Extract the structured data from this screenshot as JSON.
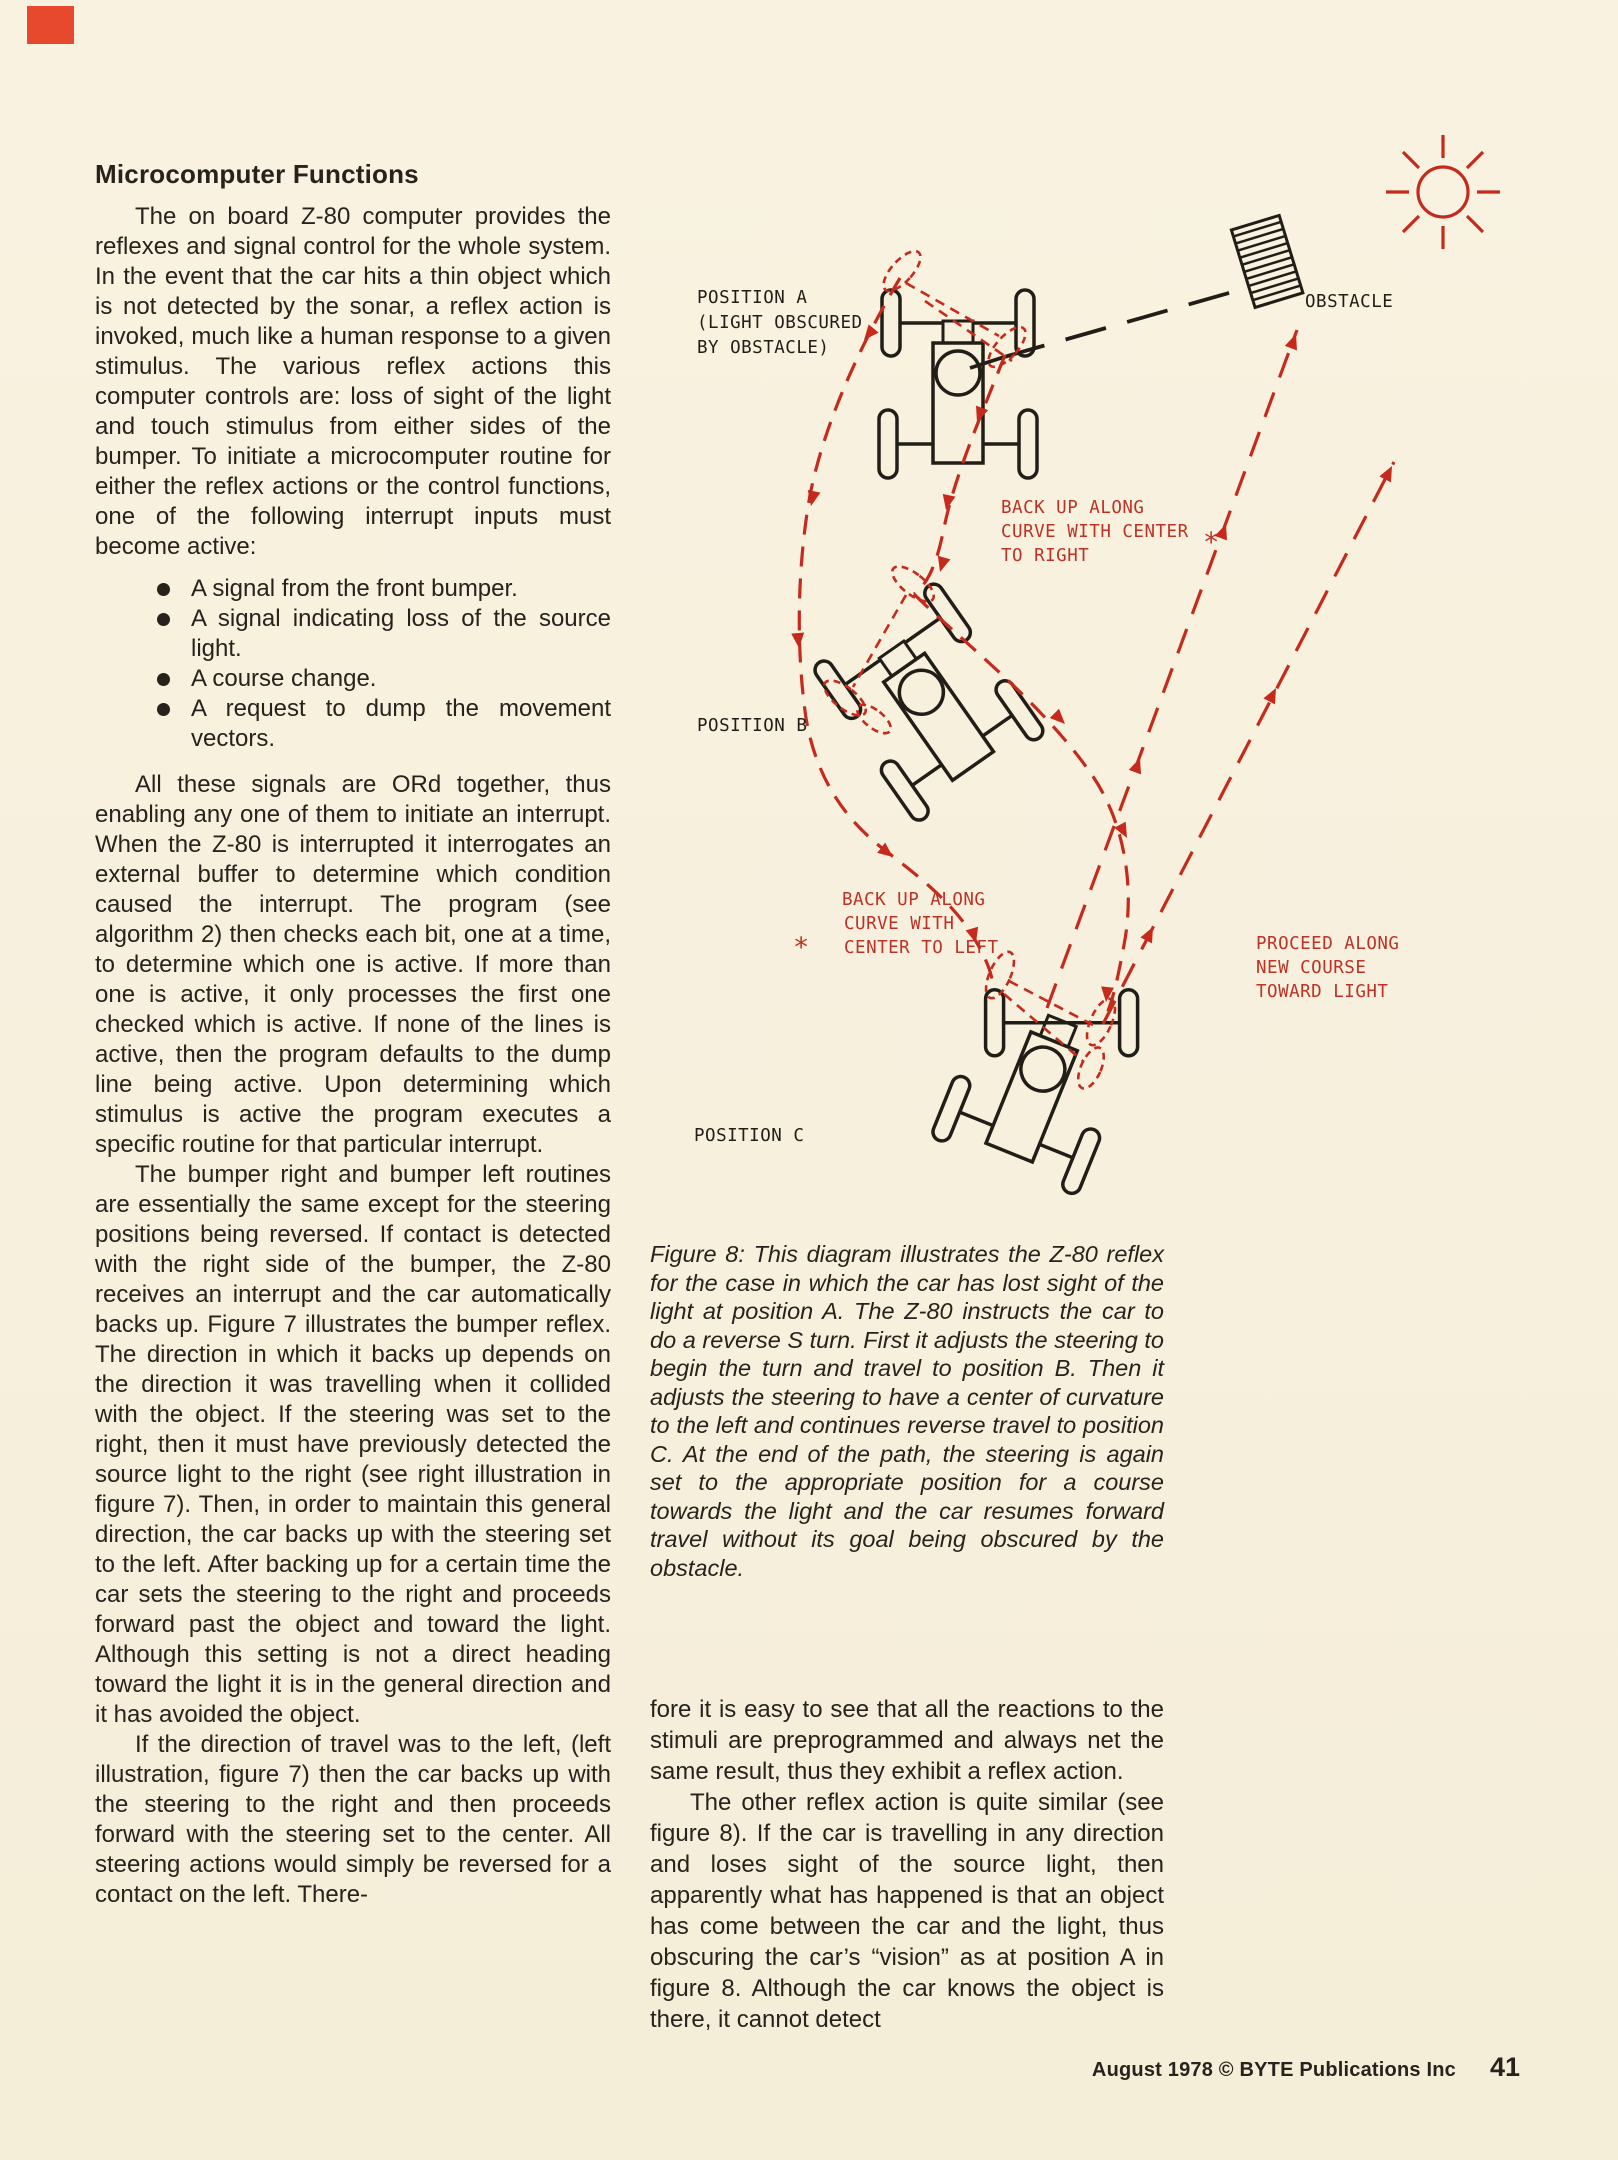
{
  "page": {
    "background": "#f7f0dd",
    "footer": {
      "credit": "August 1978 © BYTE Publications Inc",
      "page_number": "41"
    }
  },
  "article": {
    "heading": "Microcomputer Functions",
    "para1": "The on board Z-80 computer provides the reflexes and signal control for the whole system. In the event that the car hits a thin object which is not detected by the sonar, a reflex action is invoked, much like a human response to a given stimulus. The various reflex actions this computer controls are: loss of sight of the light and touch stimulus from either sides of the bumper. To initiate a microcomputer routine for either the reflex actions or the control functions, one of the following interrupt inputs must become active:",
    "bullets": [
      "A signal from the front bumper.",
      "A signal indicating loss of the source light.",
      "A course change.",
      "A request to dump the movement vectors."
    ],
    "para2": "All these signals are ORd together, thus enabling any one of them to initiate an interrupt. When the Z-80 is interrupted it interrogates an external buffer to determine which condition caused the interrupt. The program (see algorithm 2) then checks each bit, one at a time, to determine which one is active. If more than one is active, it only processes the first one checked which is active. If none of the lines is active, then the program defaults to the dump line being active. Upon determining which stimulus is active the program executes a specific routine for that particular interrupt.",
    "para3": "The bumper right and bumper left routines are essentially the same except for the steering positions being reversed. If contact is detected with the right side of the bumper, the Z-80 receives an interrupt and the car automatically backs up. Figure 7 illustrates the bumper reflex. The direction in which it backs up depends on the direction it was travelling when it collided with the object. If the steering was set to the right, then it must have previously detected the source light to the right (see right illustration in figure 7). Then, in order to maintain this general direction, the car backs up with the steering set to the left. After backing up for a certain time the car sets the steering to the right and proceeds forward past the object and toward the light. Although this setting is not a direct heading toward the light it is in the general direction and it has avoided the object.",
    "para4": "If the direction of travel was to the left, (left illustration, figure 7) then the car backs up with the steering to the right and then proceeds forward with the steering set to the center. All steering actions would simply be reversed for a contact on the left. There-",
    "para5": "fore it is easy to see that all the reactions to the stimuli are preprogrammed and always net the same result, thus they exhibit a reflex action.",
    "para6": "The other reflex action is quite similar (see figure 8). If the car is travelling in any direction and loses sight of the source light, then apparently what has happened is that an object has come between the car and the light, thus obscuring the car’s “vision” as at position A in figure 8. Although the car knows the object is there, it cannot detect"
  },
  "figure": {
    "caption": "Figure 8: This diagram illustrates the Z-80 reflex for the case in which the car has lost sight of the light at position A. The Z-80 instructs the car to do a reverse S turn. First it adjusts the steering to begin the turn and travel to position B. Then it adjusts the steering to have a center of curvature to the left and continues reverse travel to position C. At the end of the path, the steering is again set to the appropriate position for a course towards the light and the car resumes forward travel without its goal being obscured by the obstacle.",
    "colors": {
      "path_red": "#c52a1d",
      "label_red": "#bd3226",
      "ink": "#211e18"
    },
    "labels": {
      "position_a_lines": [
        "POSITION A",
        "(LIGHT OBSCURED",
        "BY OBSTACLE)"
      ],
      "position_b": "POSITION B",
      "position_c": "POSITION C",
      "obstacle": "OBSTACLE",
      "back_up_right_lines": [
        "BACK UP ALONG",
        "CURVE WITH CENTER",
        "TO RIGHT"
      ],
      "back_up_left_lines": [
        "BACK UP ALONG",
        "CURVE WITH",
        "CENTER TO LEFT"
      ],
      "proceed_lines": [
        "PROCEED ALONG",
        "NEW COURSE",
        "TOWARD LIGHT"
      ],
      "asterisk": "*"
    }
  }
}
